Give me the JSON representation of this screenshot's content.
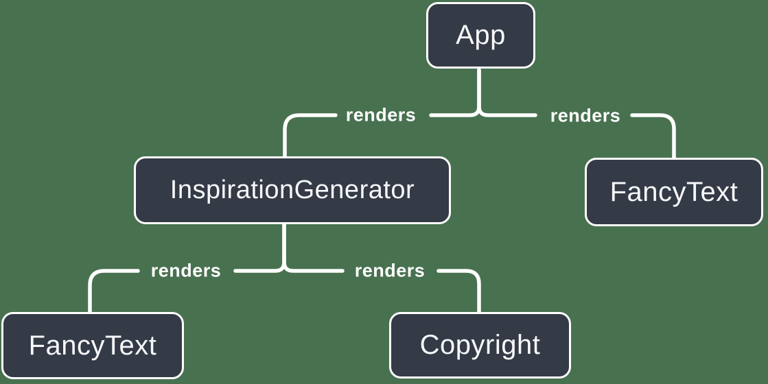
{
  "colors": {
    "background": "#487150",
    "node_fill": "#343A46",
    "node_border": "#FFFFFF",
    "connector": "#FFFFFF",
    "node_text": "#F6F7F9",
    "label_text": "#FFFFFF"
  },
  "diagram": {
    "type": "component-render-tree",
    "nodes": [
      {
        "id": "app",
        "label": "App"
      },
      {
        "id": "inspiration-generator",
        "label": "InspirationGenerator"
      },
      {
        "id": "fancy-text-right",
        "label": "FancyText"
      },
      {
        "id": "fancy-text-left",
        "label": "FancyText"
      },
      {
        "id": "copyright",
        "label": "Copyright"
      }
    ],
    "edges": [
      {
        "from": "App",
        "to": "InspirationGenerator",
        "label": "renders"
      },
      {
        "from": "App",
        "to": "FancyText",
        "label": "renders"
      },
      {
        "from": "InspirationGenerator",
        "to": "FancyText",
        "label": "renders"
      },
      {
        "from": "InspirationGenerator",
        "to": "Copyright",
        "label": "renders"
      }
    ]
  }
}
